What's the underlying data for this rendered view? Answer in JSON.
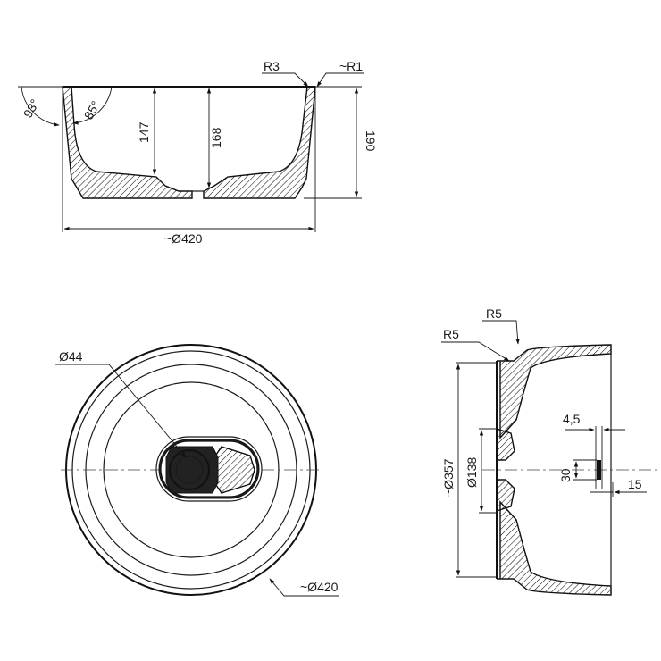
{
  "drawing": {
    "side_view": {
      "angle_outer": "93°",
      "angle_inner": "85°",
      "radius_left": "R3",
      "radius_right": "~R1",
      "depth_a": "147",
      "depth_b": "168",
      "height": "190",
      "diameter": "~Ø420"
    },
    "top_view": {
      "drain_diameter": "Ø44",
      "outer_diameter": "~Ø420"
    },
    "section_view": {
      "radius_top": "R5",
      "radius_side": "R5",
      "diameter_large": "~Ø357",
      "diameter_small": "Ø138",
      "detail_width": "4,5",
      "detail_height": "30",
      "detail_offset": "15"
    }
  }
}
